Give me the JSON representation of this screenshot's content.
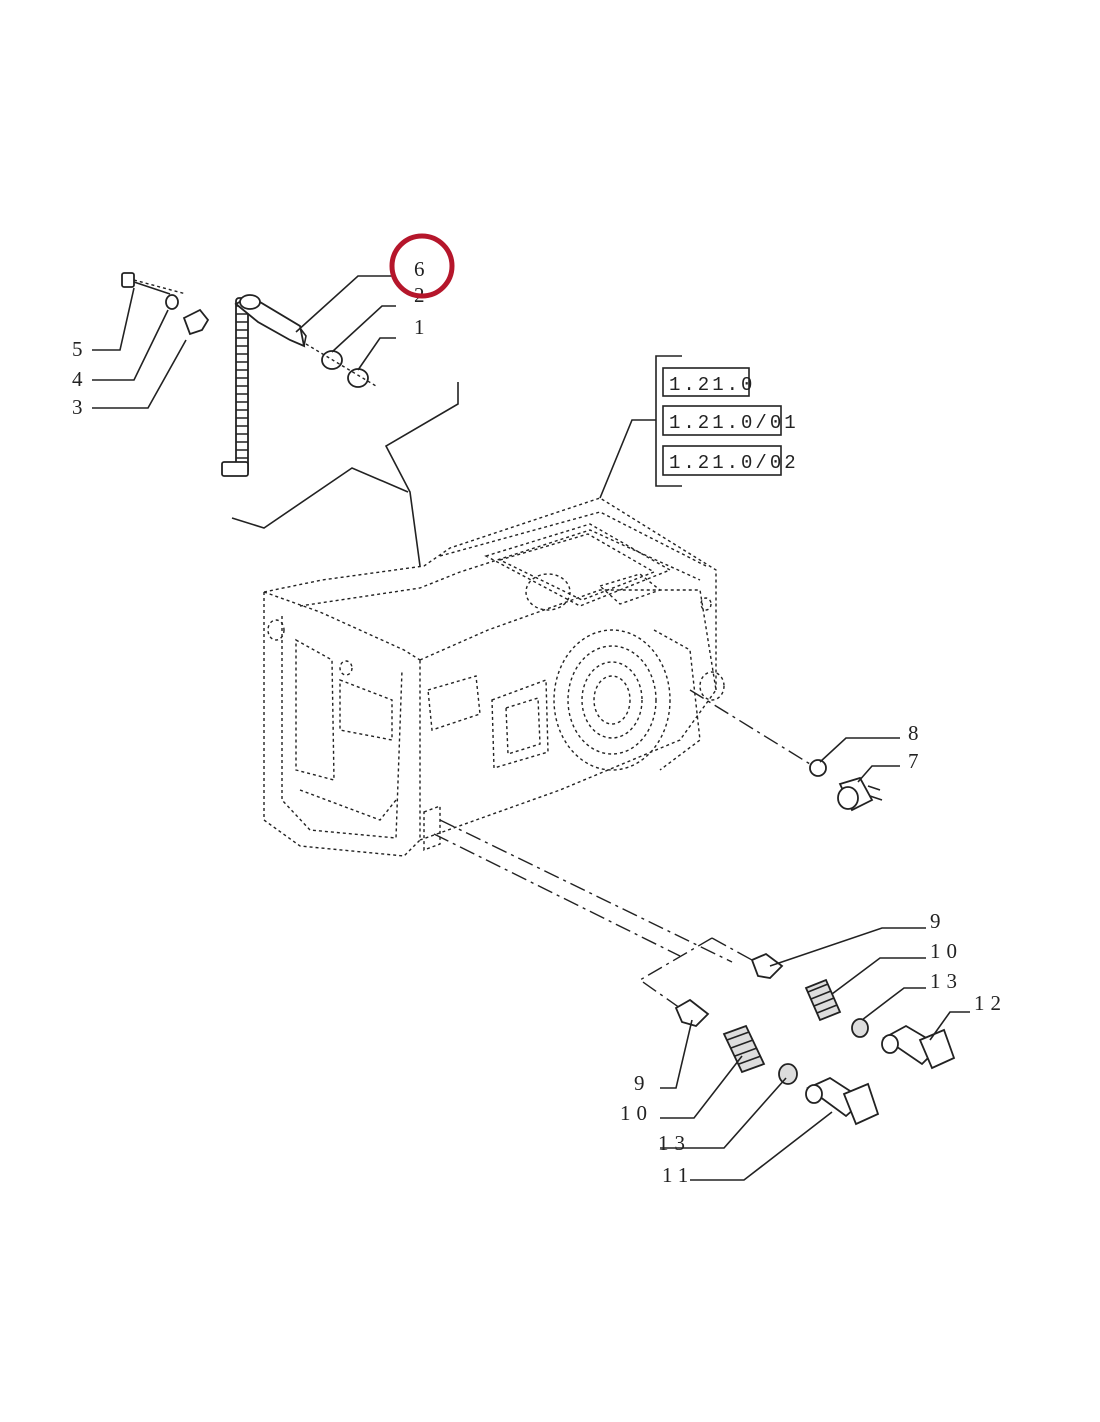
{
  "callouts": {
    "c1": "1",
    "c2": "2",
    "c3": "3",
    "c4": "4",
    "c5": "5",
    "c6": "6",
    "c7": "7",
    "c8": "8",
    "c9a": "9",
    "c9b": "9",
    "c10a": "10",
    "c10b": "10",
    "c11": "11",
    "c12": "12",
    "c13a": "13",
    "c13b": "13"
  },
  "references": [
    "1.21.0",
    "1.21.0/01",
    "1.21.0/02"
  ],
  "colors": {
    "ink": "#222222",
    "highlight": "#b5162b",
    "background": "#ffffff"
  }
}
